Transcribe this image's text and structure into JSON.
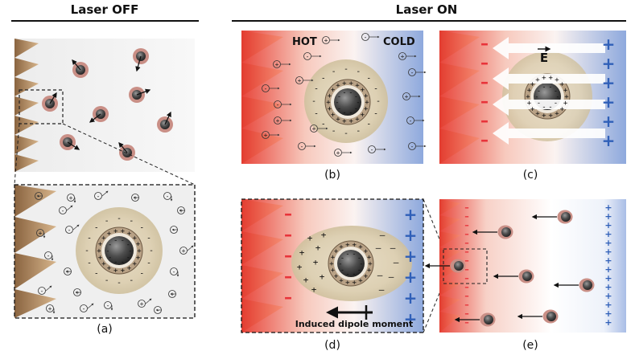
{
  "headers": {
    "left": "Laser OFF",
    "right": "Laser ON"
  },
  "captions": {
    "a": "(a)",
    "b": "(b)",
    "c": "(c)",
    "d": "(d)",
    "e": "(e)"
  },
  "panel_b": {
    "hot": "HOT",
    "cold": "COLD"
  },
  "panel_c": {
    "field": "E"
  },
  "panel_d": {
    "dipole": "Induced dipole moment"
  },
  "colors": {
    "hot": "#e8333a",
    "cold": "#2f5fb8",
    "particle": "#4a4a4a",
    "shell": "#d9cdb4",
    "electrode": "#a07b55"
  },
  "icons": [
    "electrode-sawtooth-icon",
    "nanoparticle-icon",
    "velocity-arrow-icon",
    "plus-ion-icon",
    "minus-ion-icon",
    "field-arrow-icon"
  ]
}
